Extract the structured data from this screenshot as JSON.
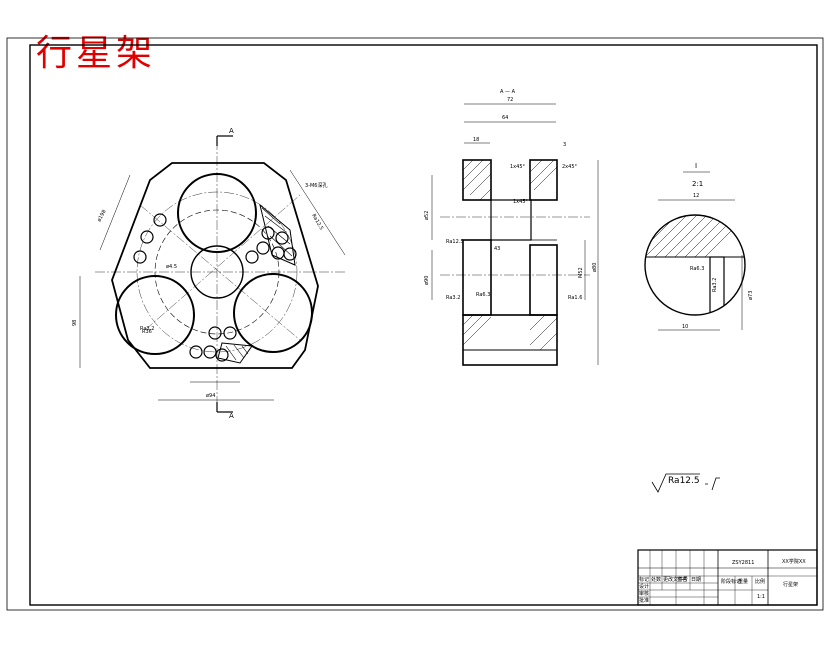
{
  "drawing": {
    "title": "行星架",
    "section_label": "A — A",
    "detail_label": "I",
    "detail_scale": "2:1",
    "cut_marks": [
      "A",
      "A"
    ],
    "surface_finish_general": "Ra12.5"
  },
  "front_view": {
    "dims": [
      "ø198",
      "ø4.5",
      "ø94",
      "R36",
      "98"
    ],
    "holes_note": "3-M6深孔",
    "roughness": [
      "Ra12.5",
      "Ra3.2"
    ]
  },
  "section_view": {
    "dims": [
      "72",
      "64",
      "18",
      "ø52",
      "M52",
      "ø90",
      "ø80",
      "43",
      "3"
    ],
    "roughness": [
      "Ra12.5",
      "Ra3.2",
      "Ra1.6",
      "Ra6.3"
    ],
    "chamfers": [
      "1x45°",
      "2x45°",
      "1x45°"
    ]
  },
  "detail_view": {
    "dims": [
      "12",
      "ø73",
      "10"
    ],
    "roughness": [
      "Ra6.3",
      "Ra3.2"
    ]
  },
  "title_block": {
    "school": "XX学院XX",
    "drawing_no": "ZSY2811",
    "part_name": "行星架",
    "labels": [
      "标记",
      "处数",
      "更改文件号",
      "签名",
      "日期",
      "设计",
      "审核",
      "批准",
      "阶段标记",
      "重量",
      "比例"
    ],
    "scale": "1:1"
  }
}
